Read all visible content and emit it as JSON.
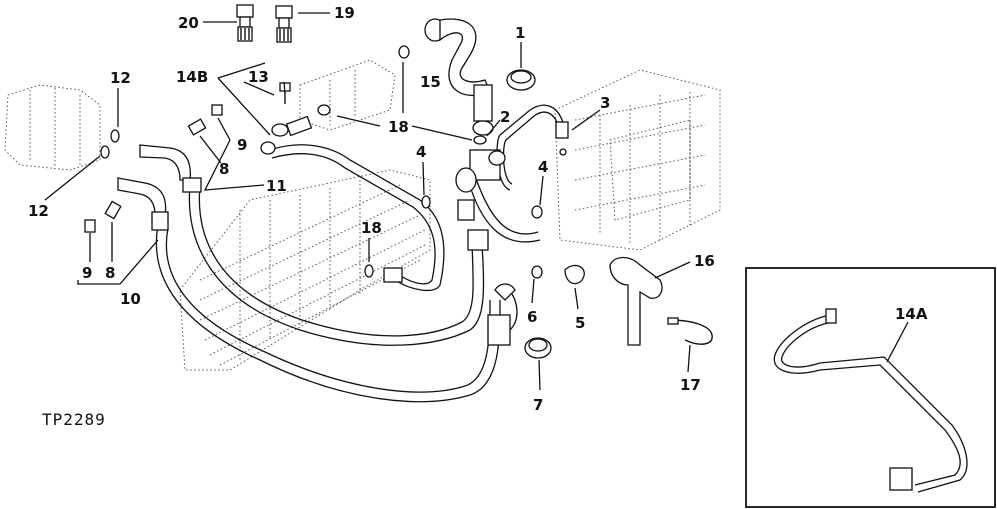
{
  "figure_id": "TP2289",
  "inset_label": "14A",
  "callouts": {
    "c1": "1",
    "c2": "2",
    "c3": "3",
    "c4a": "4",
    "c4b": "4",
    "c5": "5",
    "c6": "6",
    "c7": "7",
    "c8a": "8",
    "c8b": "8",
    "c9a": "9",
    "c9b": "9",
    "c10": "10",
    "c11": "11",
    "c12a": "12",
    "c12b": "12",
    "c13": "13",
    "c14b": "14B",
    "c15": "15",
    "c16": "16",
    "c17": "17",
    "c18a": "18",
    "c18b": "18",
    "c19": "19",
    "c20": "20"
  }
}
